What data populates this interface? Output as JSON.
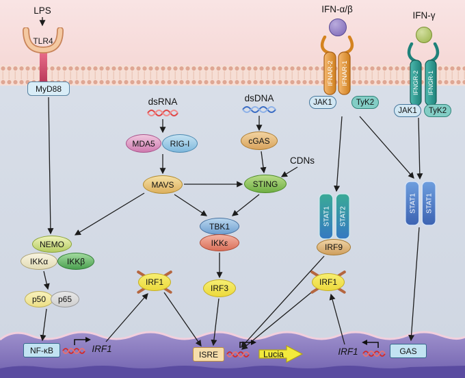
{
  "ligands": {
    "lps": "LPS",
    "ifn_alpha_beta": "IFN-α/β",
    "ifn_gamma": "IFN-γ"
  },
  "stimuli": {
    "dsrna": "dsRNA",
    "dsdna": "dsDNA",
    "cdns": "CDNs"
  },
  "receptors": {
    "tlr4": "TLR4",
    "myd88": "MyD88",
    "ifnar": {
      "chain2": "IFNAR-2",
      "chain1": "IFNAR-1",
      "jak1": "JAK1",
      "tyk2": "TyK2"
    },
    "ifngr": {
      "chain2": "IFNGR-2",
      "chain1": "IFNGR-1",
      "jak1": "JAK1",
      "tyk2": "TyK2"
    }
  },
  "nodes": {
    "mda5": "MDA5",
    "rigi": "RIG-I",
    "mavs": "MAVS",
    "cgas": "cGAS",
    "sting": "STING",
    "tbk1": "TBK1",
    "ikke": "IKKε",
    "nemo": "NEMO",
    "ikka": "IKKα",
    "ikkb": "IKKβ",
    "p50": "p50",
    "p65": "p65",
    "irf3": "IRF3",
    "irf1_ko_left": "IRF1",
    "irf1_ko_right": "IRF1",
    "stat1": "STAT1",
    "stat2": "STAT2",
    "irf9": "IRF9",
    "stat1_homo_a": "STAT1",
    "stat1_homo_b": "STAT1"
  },
  "nucleus": {
    "nfkb": "NF-κB",
    "irf1_gene_left": "IRF1",
    "isre": "ISRE",
    "lucia": "Lucia",
    "irf1_gene_right": "IRF1",
    "gas": "GAS"
  },
  "colors": {
    "extracellular": "#f8e1e0",
    "cytoplasm": "#d6dce6",
    "membrane_head": "#dfa794",
    "nucleus": "#7a6cb4",
    "nucleus_dark": "#5a4ba0",
    "knockout_cross": "#b5663f",
    "lucia_arrow": "#f2ea3c"
  }
}
